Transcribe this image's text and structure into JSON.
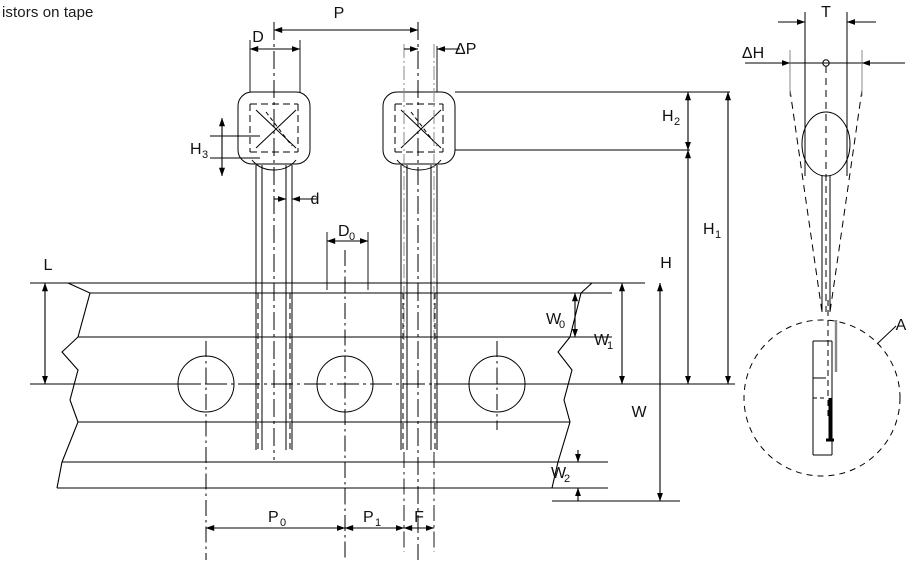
{
  "page": {
    "caption": "istors on tape",
    "background": "#ffffff",
    "line_color": "#000000",
    "text_color": "#111111"
  },
  "views": {
    "front": {
      "name": "front-view"
    },
    "side": {
      "name": "side-view"
    },
    "detail": {
      "name": "detail-view-a"
    }
  },
  "dimensions": {
    "pitch": {
      "label": "P",
      "sub": ""
    },
    "body_diameter": {
      "label": "D",
      "sub": ""
    },
    "pitch_deviation": {
      "label": "ΔP",
      "sub": ""
    },
    "lead_wire_diameter": {
      "label": "d",
      "sub": ""
    },
    "hole_diameter": {
      "label": "D",
      "sub": "0"
    },
    "body_to_tape_h3": {
      "label": "H",
      "sub": "3"
    },
    "body_height_h2": {
      "label": "H",
      "sub": "2"
    },
    "height_h1": {
      "label": "H",
      "sub": "1"
    },
    "height_h": {
      "label": "H",
      "sub": ""
    },
    "tape_width_w": {
      "label": "W",
      "sub": ""
    },
    "tape_width_w0": {
      "label": "W",
      "sub": "0"
    },
    "tape_width_w1": {
      "label": "W",
      "sub": "1"
    },
    "tape_width_w2": {
      "label": "W",
      "sub": "2"
    },
    "lead_length_l": {
      "label": "L",
      "sub": ""
    },
    "hole_pitch_p0": {
      "label": "P",
      "sub": "0"
    },
    "hole_offset_p1": {
      "label": "P",
      "sub": "1"
    },
    "lead_spacing_f": {
      "label": "F",
      "sub": ""
    },
    "tape_thickness_t": {
      "label": "T",
      "sub": ""
    },
    "lateral_deviation_dh": {
      "label": "ΔH",
      "sub": ""
    },
    "detail_callout": {
      "label": "A",
      "sub": ""
    }
  }
}
